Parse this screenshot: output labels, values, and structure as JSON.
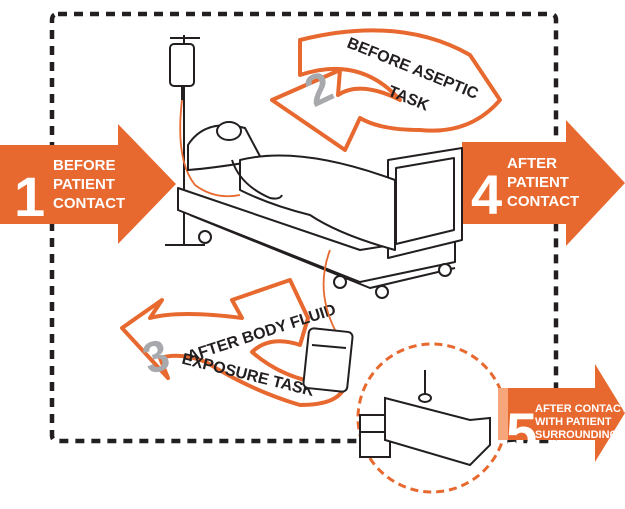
{
  "moments": [
    {
      "number": "1",
      "lines": [
        "BEFORE",
        "PATIENT",
        "CONTACT"
      ]
    },
    {
      "number": "2",
      "lines": [
        "BEFORE ASEPTIC",
        "TASK"
      ]
    },
    {
      "number": "3",
      "lines": [
        "AFTER BODY FLUID",
        "EXPOSURE TASK"
      ]
    },
    {
      "number": "4",
      "lines": [
        "AFTER",
        "PATIENT",
        "CONTACT"
      ]
    },
    {
      "number": "5",
      "lines": [
        "AFTER CONTACT",
        "WITH PATIENT",
        "SURROUNDINGS"
      ]
    }
  ],
  "colors": {
    "accent_orange": "#e8692f",
    "light_orange": "#f7a57a",
    "curved_arrow_fill": "#ffffff",
    "curved_arrow_stroke": "#e8692f",
    "number_gray": "#a7a9ac",
    "line_dark": "#231f20",
    "dash_border": "#231f20"
  },
  "icons": [
    "iv-drip-stand-icon",
    "hospital-bed-icon",
    "patient-icon",
    "urine-bag-icon",
    "bedside-cabinet-icon",
    "ceiling-lamp-icon"
  ]
}
